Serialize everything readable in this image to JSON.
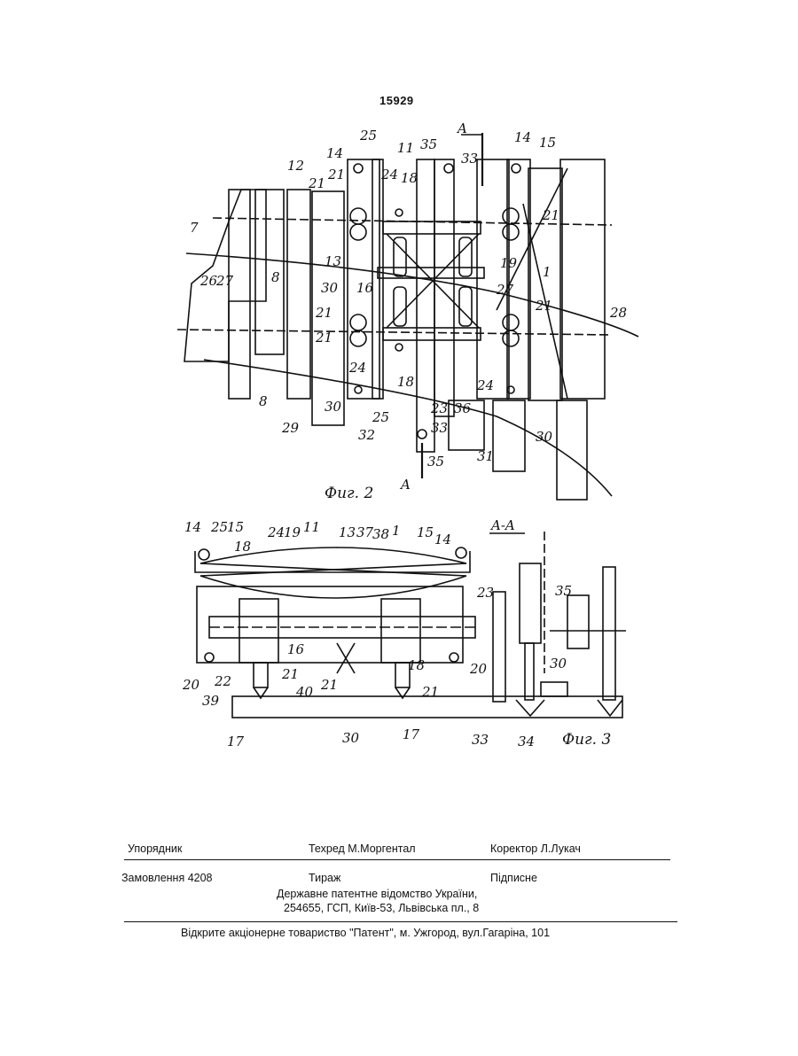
{
  "page_number": "15929",
  "figure2": {
    "caption": "Фиг. 2",
    "section_mark": "A",
    "labels": [
      "25",
      "14",
      "11",
      "35",
      "33",
      "14",
      "15",
      "12",
      "21",
      "24",
      "18",
      "7",
      "21",
      "8",
      "26",
      "27",
      "13",
      "30",
      "16",
      "19",
      "1",
      "28",
      "21",
      "27",
      "21",
      "21",
      "21",
      "24",
      "18",
      "24",
      "8",
      "30",
      "25",
      "23",
      "36",
      "29",
      "32",
      "33",
      "31",
      "30",
      "35"
    ]
  },
  "figure3": {
    "caption": "Фиг. 3",
    "section_title": "A-A",
    "labels": [
      "14",
      "25",
      "15",
      "18",
      "24",
      "19",
      "11",
      "13",
      "37",
      "38",
      "1",
      "15",
      "14",
      "23",
      "35",
      "16",
      "21",
      "18",
      "20",
      "20",
      "22",
      "39",
      "21",
      "40",
      "21",
      "30",
      "17",
      "30",
      "17",
      "33",
      "34"
    ]
  },
  "imprint": {
    "compiler_label": "Упорядник",
    "techred": "Техред М.Моргентал",
    "corrector": "Коректор   Л.Лукач",
    "order": "Замовлення 4208",
    "circulation": "Тираж",
    "subscription": "Підписне",
    "office_line1": "Державне патентне відомство України,",
    "office_line2": "254655, ГСП, Київ-53, Львівська пл., 8",
    "publisher": "Відкрите акціонерне товариство  \"Патент\", м. Ужгород, вул.Гагаріна, 101"
  }
}
